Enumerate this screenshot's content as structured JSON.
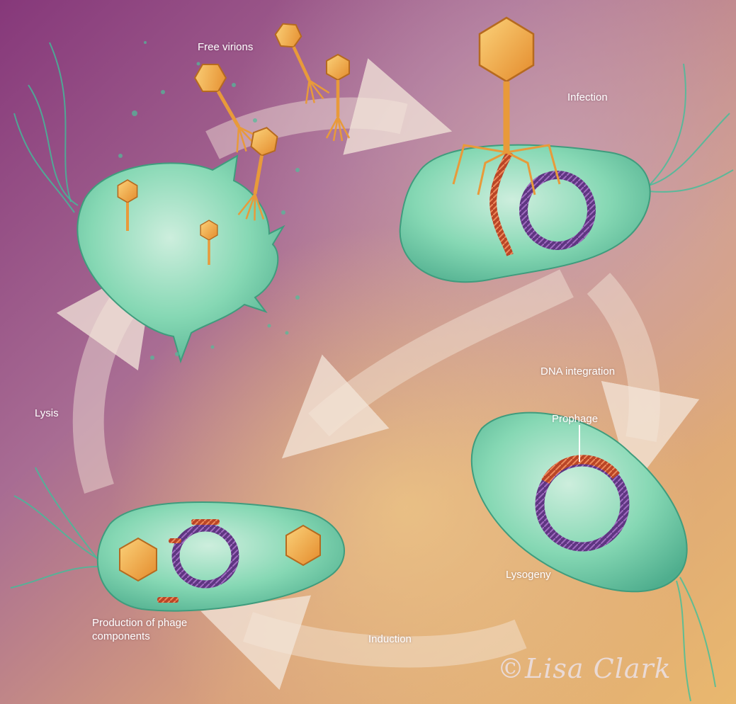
{
  "labels": {
    "free_virions": "Free virions",
    "infection": "Infection",
    "dna_integration": "DNA integration",
    "prophage": "Prophage",
    "lysogeny": "Lysogeny",
    "induction": "Induction",
    "production": "Production of phage components",
    "lysis": "Lysis"
  },
  "signature": "©Lisa Clark",
  "colors": {
    "bg_top_left": "#8a3f78",
    "bg_top_right": "#b98a9e",
    "bg_bottom": "#e5b46c",
    "bacterium": "#7ed7b3",
    "phage": "#f3a844",
    "dna_purple": "#6f3f8d",
    "dna_red": "#c0492a",
    "arrow": "#f2e4d8"
  }
}
